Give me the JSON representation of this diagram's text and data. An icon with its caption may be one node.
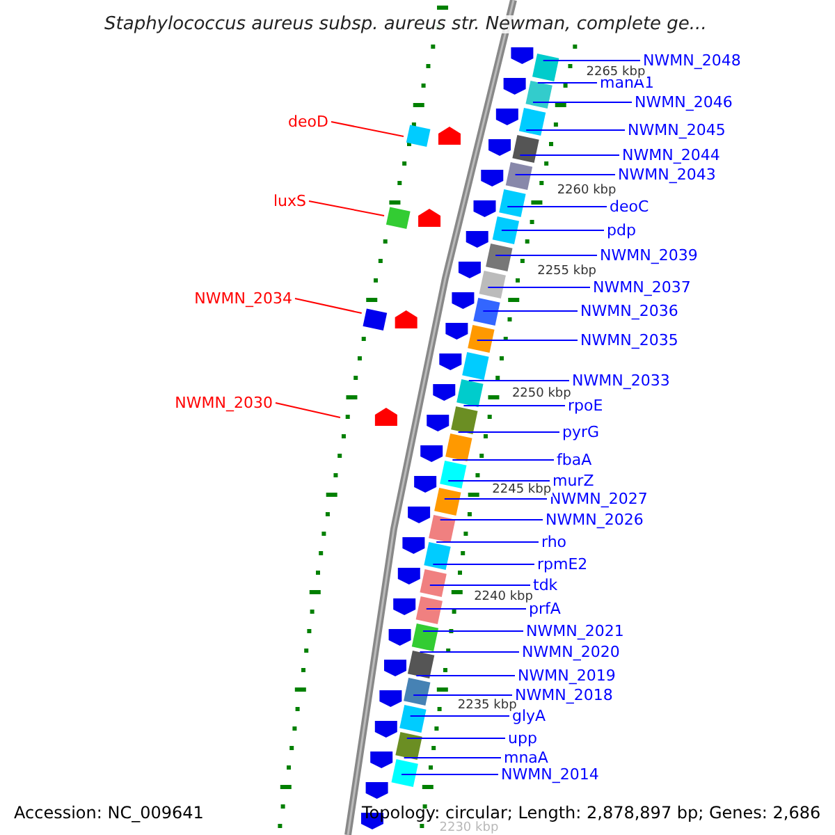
{
  "diagram": {
    "title": "Staphylococcus aureus subsp. aureus str. Newman, complete ge...",
    "nodes": [
      {
        "text": [
          "NWMN_2048"
        ]
      },
      {
        "text": [
          "manA1"
        ]
      },
      {
        "text": [
          "NWMN_2046"
        ]
      },
      {
        "text": [
          "deoD"
        ]
      },
      {
        "text": [
          "NWMN_2045"
        ]
      },
      {
        "text": [
          "NWMN_2044"
        ]
      },
      {
        "text": [
          "NWMN_2043"
        ]
      },
      {
        "text": [
          "luxS"
        ]
      },
      {
        "text": [
          "deoC"
        ]
      },
      {
        "text": [
          "pdp"
        ]
      },
      {
        "text": [
          "NWMN_2039"
        ]
      },
      {
        "text": [
          "NWMN_2037"
        ]
      },
      {
        "text": [
          "NWMN_2034"
        ]
      },
      {
        "text": [
          "NWMN_2036"
        ]
      },
      {
        "text": [
          "NWMN_2035"
        ]
      },
      {
        "text": [
          "NWMN_2033"
        ]
      },
      {
        "text": [
          "NWMN_2030"
        ]
      },
      {
        "text": [
          "rpoE"
        ]
      },
      {
        "text": [
          "pyrG"
        ]
      },
      {
        "text": [
          "fbaA"
        ]
      },
      {
        "text": [
          "murZ"
        ]
      },
      {
        "text": [
          "NWMN_2027"
        ]
      },
      {
        "text": [
          "NWMN_2026"
        ]
      },
      {
        "text": [
          "rho"
        ]
      },
      {
        "text": [
          "rpmE2"
        ]
      },
      {
        "text": [
          "tdk"
        ]
      },
      {
        "text": [
          "prfA"
        ]
      },
      {
        "text": [
          "NWMN_2021"
        ]
      },
      {
        "text": [
          "NWMN_2020"
        ]
      },
      {
        "text": [
          "NWMN_2019"
        ]
      },
      {
        "text": [
          "NWMN_2018"
        ]
      },
      {
        "text": [
          "glyA"
        ]
      },
      {
        "text": [
          "upp"
        ]
      },
      {
        "text": [
          "mnaA"
        ]
      },
      {
        "text": [
          "NWMN_2014"
        ]
      }
    ],
    "edges": [
      {
        "from": 0,
        "to": null,
        "arrow": "none"
      },
      {
        "from": 1,
        "to": null,
        "arrow": "none"
      },
      {
        "from": 2,
        "to": null,
        "arrow": "none"
      },
      {
        "from": 3,
        "to": null,
        "arrow": "none",
        "color": "#ff0000"
      },
      {
        "from": 4,
        "to": null,
        "arrow": "none"
      },
      {
        "from": 5,
        "to": null,
        "arrow": "none"
      },
      {
        "from": 6,
        "to": null,
        "arrow": "none"
      },
      {
        "from": 7,
        "to": null,
        "arrow": "none",
        "color": "#ff0000"
      },
      {
        "from": 8,
        "to": null,
        "arrow": "none"
      },
      {
        "from": 9,
        "to": null,
        "arrow": "none"
      },
      {
        "from": 10,
        "to": null,
        "arrow": "none"
      },
      {
        "from": 11,
        "to": null,
        "arrow": "none"
      },
      {
        "from": 12,
        "to": null,
        "arrow": "none",
        "color": "#ff0000"
      },
      {
        "from": 13,
        "to": null,
        "arrow": "none"
      },
      {
        "from": 14,
        "to": null,
        "arrow": "none"
      },
      {
        "from": 15,
        "to": null,
        "arrow": "none"
      },
      {
        "from": 16,
        "to": null,
        "arrow": "none",
        "color": "#ff0000"
      },
      {
        "from": 17,
        "to": null,
        "arrow": "none"
      },
      {
        "from": 18,
        "to": null,
        "arrow": "none"
      },
      {
        "from": 19,
        "to": null,
        "arrow": "none"
      },
      {
        "from": 20,
        "to": null,
        "arrow": "none"
      },
      {
        "from": 21,
        "to": null,
        "arrow": "none"
      },
      {
        "from": 22,
        "to": null,
        "arrow": "none"
      },
      {
        "from": 23,
        "to": null,
        "arrow": "none"
      },
      {
        "from": 24,
        "to": null,
        "arrow": "none"
      },
      {
        "from": 25,
        "to": null,
        "arrow": "none"
      },
      {
        "from": 26,
        "to": null,
        "arrow": "none"
      },
      {
        "from": 27,
        "to": null,
        "arrow": "none"
      },
      {
        "from": 28,
        "to": null,
        "arrow": "none"
      },
      {
        "from": 29,
        "to": null,
        "arrow": "none"
      },
      {
        "from": 30,
        "to": null,
        "arrow": "none"
      },
      {
        "from": 31,
        "to": null,
        "arrow": "none"
      },
      {
        "from": 32,
        "to": null,
        "arrow": "none"
      },
      {
        "from": 33,
        "to": null,
        "arrow": "none"
      },
      {
        "from": 34,
        "to": null,
        "arrow": "none"
      }
    ],
    "labels": [
      "2265 kbp",
      "2260 kbp",
      "2255 kbp",
      "2250 kbp",
      "2245 kbp",
      "2240 kbp",
      "2235 kbp",
      "2230 kbp",
      "Accession: NC_009641",
      "Topology: circular; Length: 2,878,897 bp; Genes: 2,686"
    ]
  }
}
